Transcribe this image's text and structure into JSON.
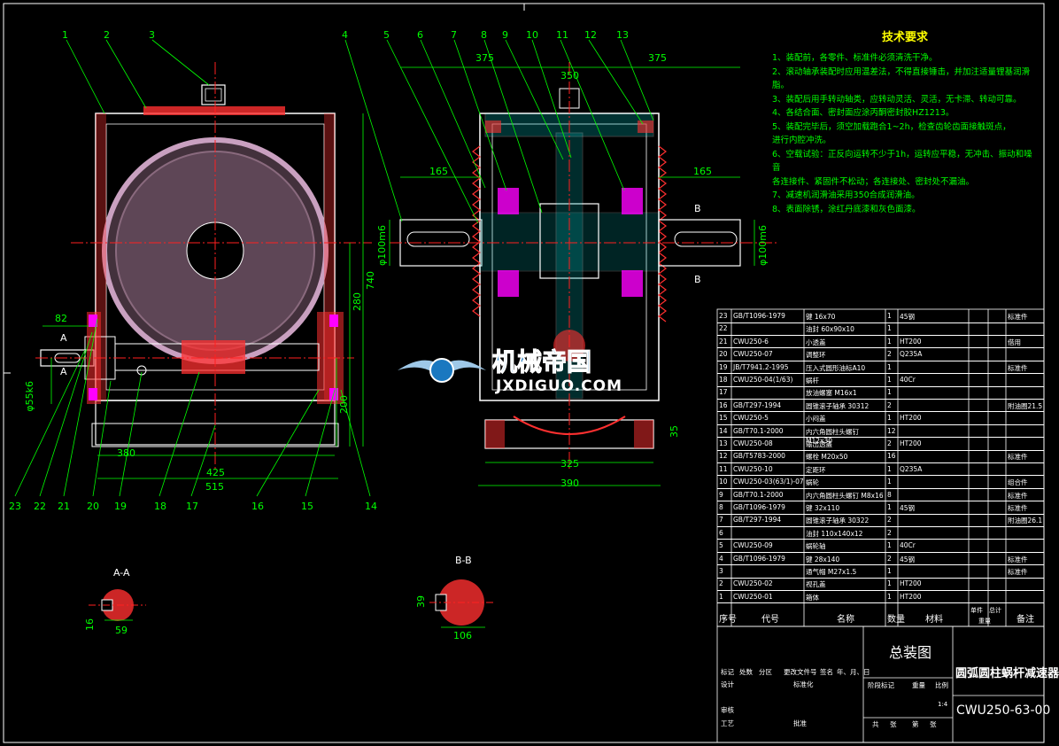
{
  "drawing": {
    "title_cn": "总装图",
    "product_name": "圆弧圆柱蜗杆减速器",
    "drawing_number": "CWU250-63-00",
    "scale": "1:4"
  },
  "watermark": {
    "cn": "机械帝国",
    "en": "JXDIGUO.COM"
  },
  "tech_requirements": {
    "heading": "技术要求",
    "items": [
      "1、装配前，各零件、标准件必须清洗干净。",
      "2、滚动轴承装配时应用温差法，不得直接锤击，并加注适量锂基润滑脂。",
      "3、装配后用手转动轴类，应转动灵活、灵活，无卡滞、转动可靠。",
      "4、各结合面、密封面应涂丙酮密封胶HZ1213。",
      "5、装配完毕后，须空加载跑合1~2h，检查齿轮齿面接触斑点，",
      "   进行内腔冲洗。",
      "6、空载试验：正反向运转不少于1h，运转应平稳，无冲击、振动和噪音",
      "   各连接件、紧固件不松动；各连接处、密封处不漏油。",
      "7、减速机润滑油采用350合成润滑油。",
      "8、表面除锈，涂红丹底漆和灰色面漆。"
    ]
  },
  "part_callouts": {
    "top": [
      "1",
      "2",
      "3",
      "4",
      "5",
      "6",
      "7",
      "8",
      "9",
      "10",
      "11",
      "12",
      "13"
    ],
    "bottom": [
      "23",
      "22",
      "21",
      "20",
      "19",
      "18",
      "17",
      "16",
      "15",
      "14"
    ]
  },
  "dimensions": {
    "front_view": [
      "82",
      "φ55k6",
      "380",
      "425",
      "515",
      "740",
      "280",
      "200"
    ],
    "side_view": [
      "375",
      "350",
      "375",
      "165",
      "165",
      "φ100m6",
      "φ100m6",
      "35",
      "325",
      "390"
    ],
    "sections": {
      "aa_label": "A-A",
      "aa_dims": [
        "16",
        "59"
      ],
      "bb_label": "B-B",
      "bb_dims": [
        "39",
        "106"
      ]
    },
    "section_markers": [
      "A",
      "A",
      "B",
      "B"
    ]
  },
  "bom": {
    "rows": [
      {
        "no": "23",
        "code": "GB/T1096-1979",
        "name": "键 16x70",
        "qty": "1",
        "material": "45钢",
        "note": "标准件"
      },
      {
        "no": "22",
        "code": "",
        "name": "油封 60x90x10",
        "qty": "1",
        "material": "",
        "note": ""
      },
      {
        "no": "21",
        "code": "CWU250-6",
        "name": "小透盖",
        "qty": "1",
        "material": "HT200",
        "note": "借用"
      },
      {
        "no": "20",
        "code": "CWU250-07",
        "name": "调整环",
        "qty": "2",
        "material": "Q235A",
        "note": ""
      },
      {
        "no": "19",
        "code": "JB/T7941.2-1995",
        "name": "压入式圆形油标A10",
        "qty": "1",
        "material": "",
        "note": "标准件"
      },
      {
        "no": "18",
        "code": "CWU250-04(1/63)",
        "name": "蜗杆",
        "qty": "1",
        "material": "40Cr",
        "note": ""
      },
      {
        "no": "17",
        "code": "",
        "name": "放油螺塞 M16x1",
        "qty": "1",
        "material": "",
        "note": ""
      },
      {
        "no": "16",
        "code": "GB/T297-1994",
        "name": "圆锥滚子轴承 30312",
        "qty": "2",
        "material": "",
        "note": "附油圈21.5"
      },
      {
        "no": "15",
        "code": "CWU250-5",
        "name": "小闷盖",
        "qty": "1",
        "material": "HT200",
        "note": ""
      },
      {
        "no": "14",
        "code": "GB/T70.1-2000",
        "name": "内六角圆柱头螺钉 M12x30",
        "qty": "12",
        "material": "",
        "note": ""
      },
      {
        "no": "13",
        "code": "CWU250-08",
        "name": "输出透盖",
        "qty": "2",
        "material": "HT200",
        "note": ""
      },
      {
        "no": "12",
        "code": "GB/T5783-2000",
        "name": "螺栓 M20x50",
        "qty": "16",
        "material": "",
        "note": "标准件"
      },
      {
        "no": "11",
        "code": "CWU250-10",
        "name": "定距环",
        "qty": "1",
        "material": "Q235A",
        "note": ""
      },
      {
        "no": "10",
        "code": "CWU250-03(63/1)-07",
        "name": "蜗轮",
        "qty": "1",
        "material": "",
        "note": "组合件"
      },
      {
        "no": "9",
        "code": "GB/T70.1-2000",
        "name": "内六角圆柱头螺钉 M8x16",
        "qty": "8",
        "material": "",
        "note": "标准件"
      },
      {
        "no": "8",
        "code": "GB/T1096-1979",
        "name": "键 32x110",
        "qty": "1",
        "material": "45钢",
        "note": "标准件"
      },
      {
        "no": "7",
        "code": "GB/T297-1994",
        "name": "圆锥滚子轴承 30322",
        "qty": "2",
        "material": "",
        "note": "附油圈26.1"
      },
      {
        "no": "6",
        "code": "",
        "name": "油封 110x140x12",
        "qty": "2",
        "material": "",
        "note": ""
      },
      {
        "no": "5",
        "code": "CWU250-09",
        "name": "蜗轮轴",
        "qty": "1",
        "material": "40Cr",
        "note": ""
      },
      {
        "no": "4",
        "code": "GB/T1096-1979",
        "name": "键 28x140",
        "qty": "2",
        "material": "45钢",
        "note": "标准件"
      },
      {
        "no": "3",
        "code": "",
        "name": "通气帽 M27x1.5",
        "qty": "1",
        "material": "",
        "note": "标准件"
      },
      {
        "no": "2",
        "code": "CWU250-02",
        "name": "视孔盖",
        "qty": "1",
        "material": "HT200",
        "note": ""
      },
      {
        "no": "1",
        "code": "CWU250-01",
        "name": "箱体",
        "qty": "1",
        "material": "HT200",
        "note": ""
      }
    ],
    "header": {
      "no": "序号",
      "code": "代号",
      "name": "名称",
      "qty": "数量",
      "material": "材料",
      "unit": "单件",
      "total": "总计",
      "weight": "重量",
      "note": "备注"
    }
  },
  "title_block": {
    "labels": [
      "标记",
      "处数",
      "分区",
      "更改文件号",
      "签名",
      "年、月、日",
      "设计",
      "标准化",
      "审核",
      "工艺",
      "批准"
    ],
    "stage_labels": [
      "阶段标记",
      "重量",
      "比例"
    ],
    "sheet_labels": [
      "共",
      "张",
      "第",
      "张"
    ]
  },
  "colors": {
    "outline": "#ffffff",
    "dimension": "#00ff00",
    "callout": "#00ff00",
    "hatch": "#ff3030",
    "center": "#ff2020",
    "bearing": "#ff00ff",
    "wheel": "#c9a0c0",
    "cyan": "#00c8c8",
    "yellow": "#ffff00",
    "watermark_blue": "#1a78c0"
  }
}
